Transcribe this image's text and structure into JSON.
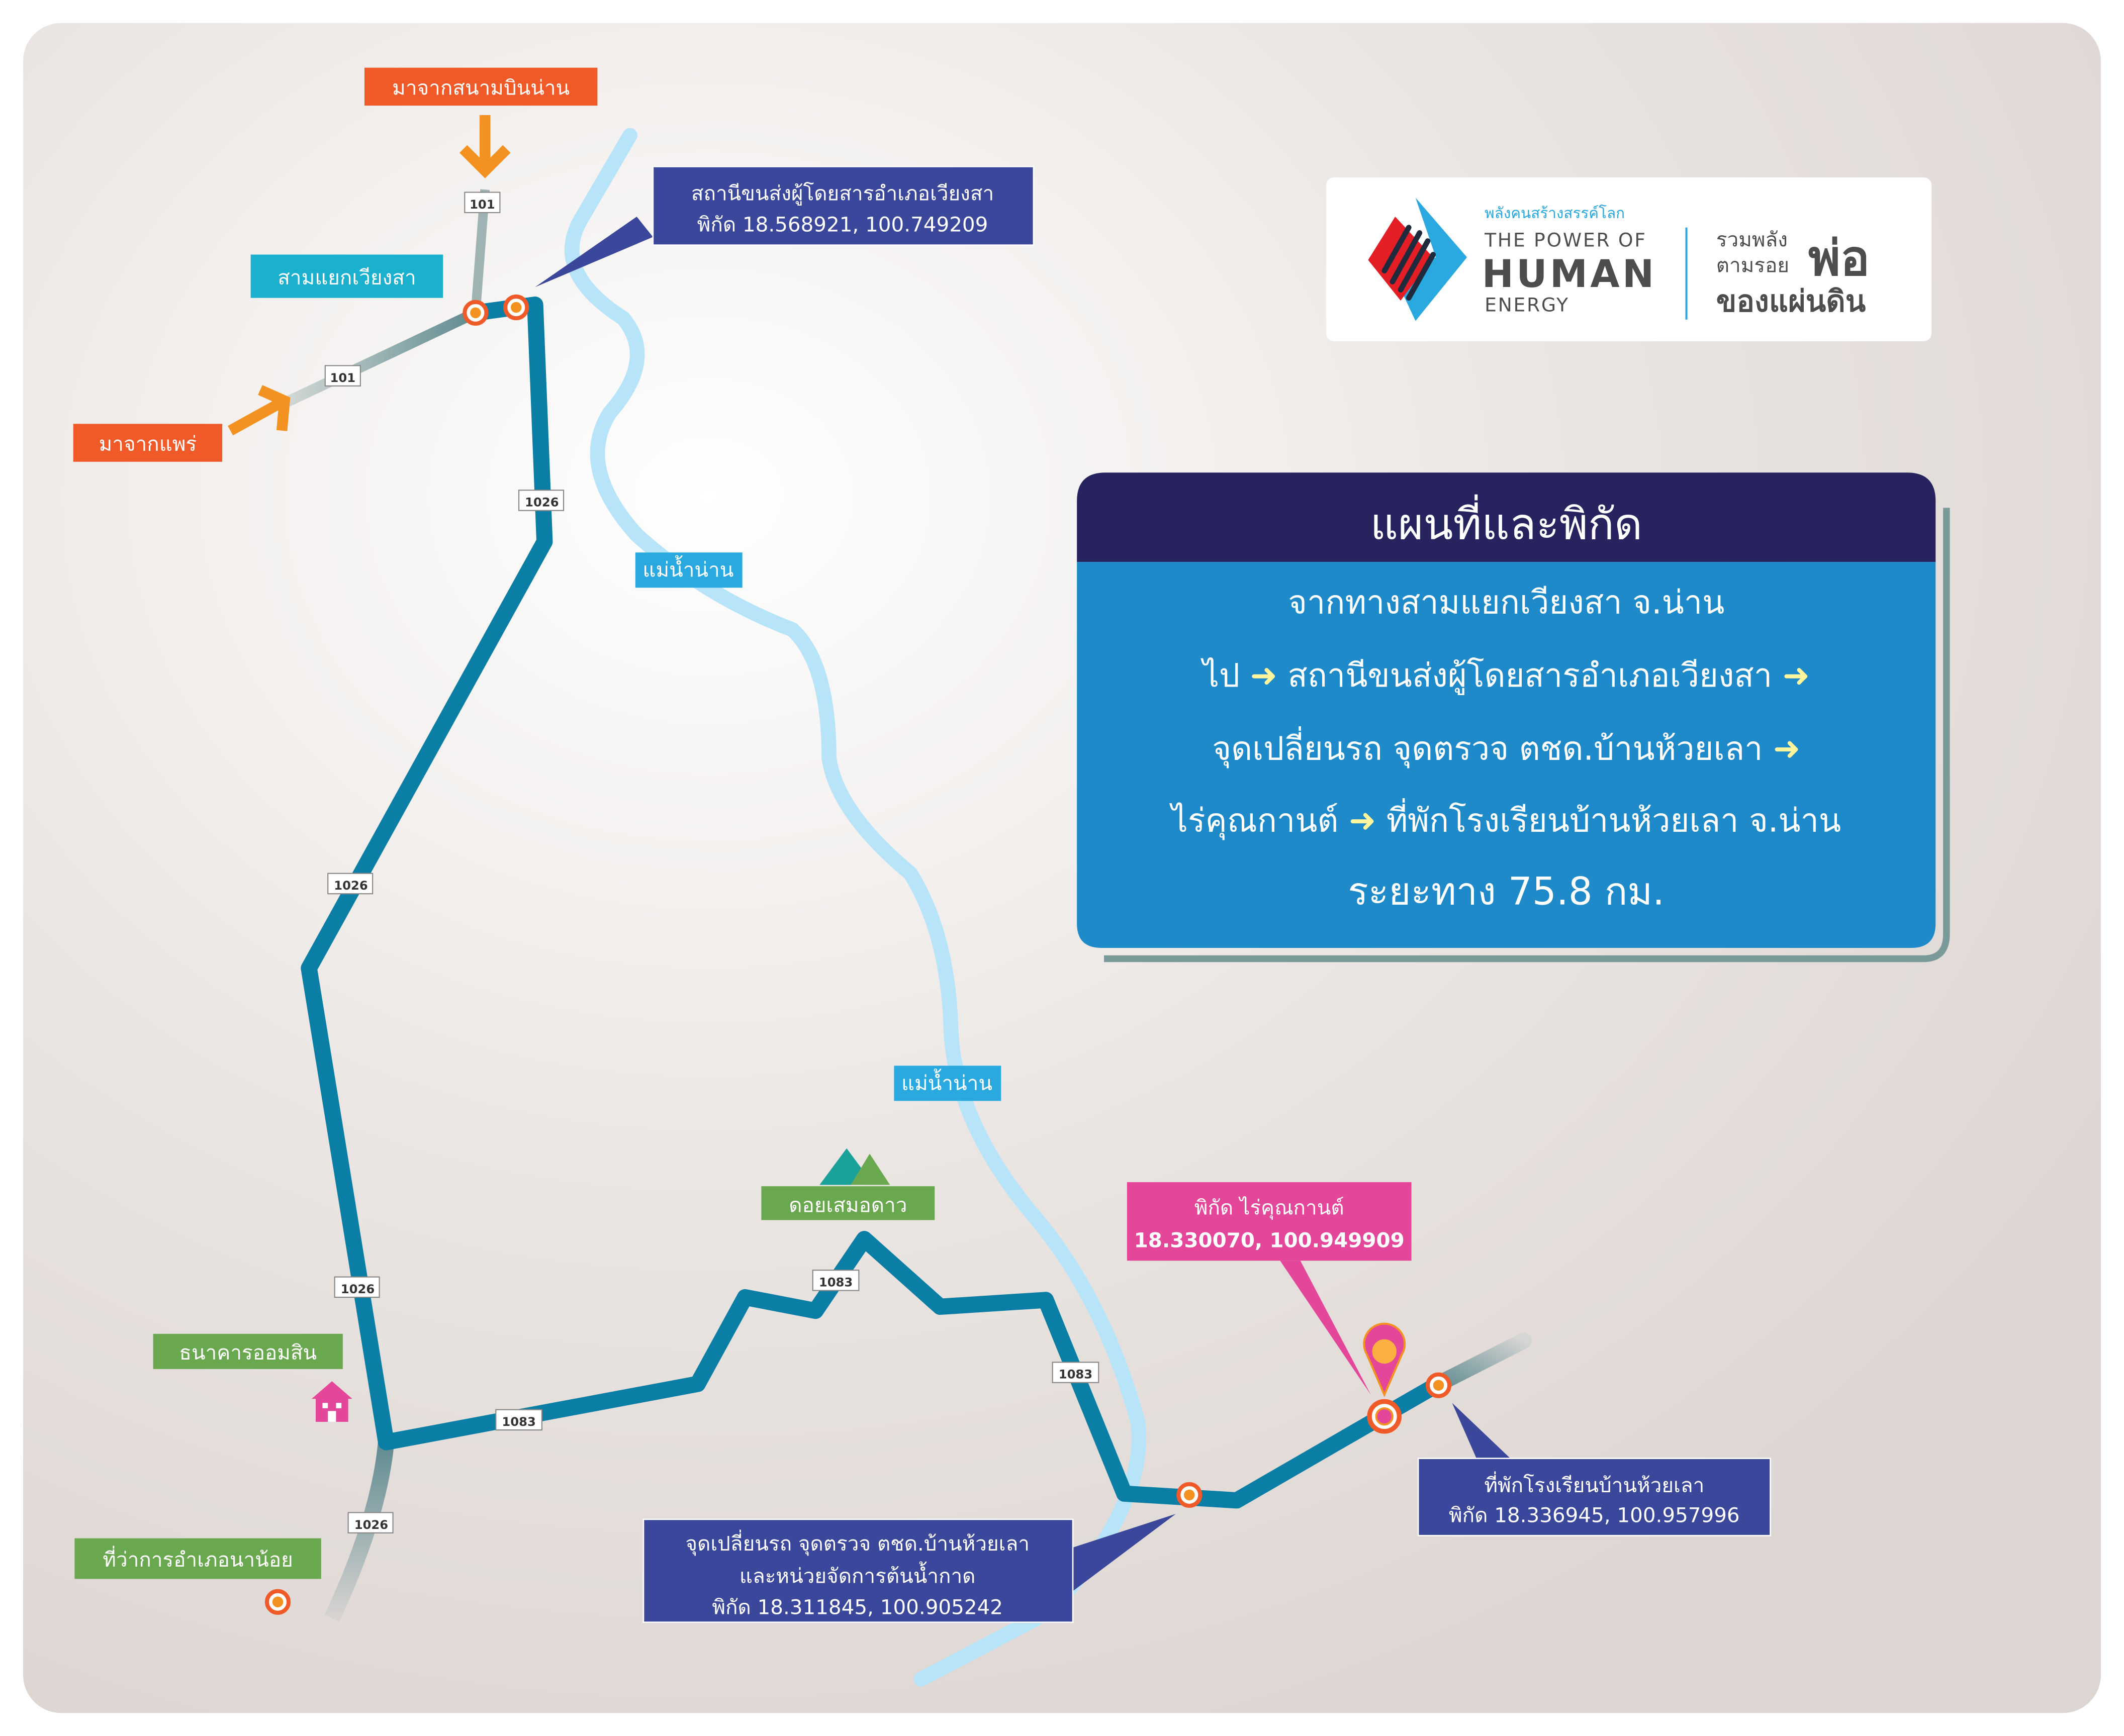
{
  "colors": {
    "route": "#0a7ea4",
    "river": "#b7e4f8",
    "orange": "#f05a28",
    "navy_callout": "#3a479b",
    "pink": "#e4469a",
    "green": "#6aa84f",
    "teal_label": "#1bb0ce",
    "panel_header": "#27235f",
    "panel_body": "#1f8ac9"
  },
  "logo": {
    "thai_tagline": "พลังคนสร้างสรรค์โลก",
    "line1": "THE POWER OF",
    "line2": "HUMAN",
    "line3": "ENERGY",
    "right1": "รวมพลัง",
    "right2": "ตามรอย",
    "right_big": "พ่อ",
    "right3": "ของแผ่นดิน"
  },
  "panel": {
    "title": "แผนที่และพิกัด",
    "line1": "จากทางสามแยกเวียงสา จ.น่าน",
    "line2a": "ไป",
    "line2b": "สถานีขนส่งผู้โดยสารอำเภอเวียงสา",
    "line3": "จุดเปลี่ยนรถ จุดตรวจ ตชด.บ้านห้วยเลา",
    "line4a": "ไร่คุณกานต์",
    "line4b": "ที่พักโรงเรียนบ้านห้วยเลา จ.น่าน",
    "distance": "ระยะทาง 75.8 กม."
  },
  "labels": {
    "from_airport": "มาจากสนามบินน่าน",
    "junction": "สามแยกเวียงสา",
    "from_phrae": "มาจากแพร่",
    "river1": "แม่น้ำน่าน",
    "river2": "แม่น้ำน่าน",
    "doi": "ดอยเสมอดาว",
    "bank": "ธนาคารออมสิน",
    "district_office": "ที่ว่าการอำเภอนาน้อย"
  },
  "callouts": {
    "station": {
      "name": "สถานีขนส่งผู้โดยสารอำเภอเวียงสา",
      "coords": "พิกัด 18.568921, 100.749209"
    },
    "farm": {
      "name": "พิกัด ไร่คุณกานต์",
      "coords": "18.330070, 100.949909"
    },
    "school": {
      "name": "ที่พักโรงเรียนบ้านห้วยเลา",
      "coords": "พิกัด 18.336945, 100.957996"
    },
    "checkpoint": {
      "line1": "จุดเปลี่ยนรถ จุดตรวจ ตชด.บ้านห้วยเลา",
      "line2": "และหน่วยจัดการต้นน้ำกาด",
      "coords": "พิกัด 18.311845, 100.905242"
    }
  },
  "shields": [
    "101",
    "101",
    "1026",
    "1026",
    "1026",
    "1026",
    "1083",
    "1083",
    "1083"
  ]
}
